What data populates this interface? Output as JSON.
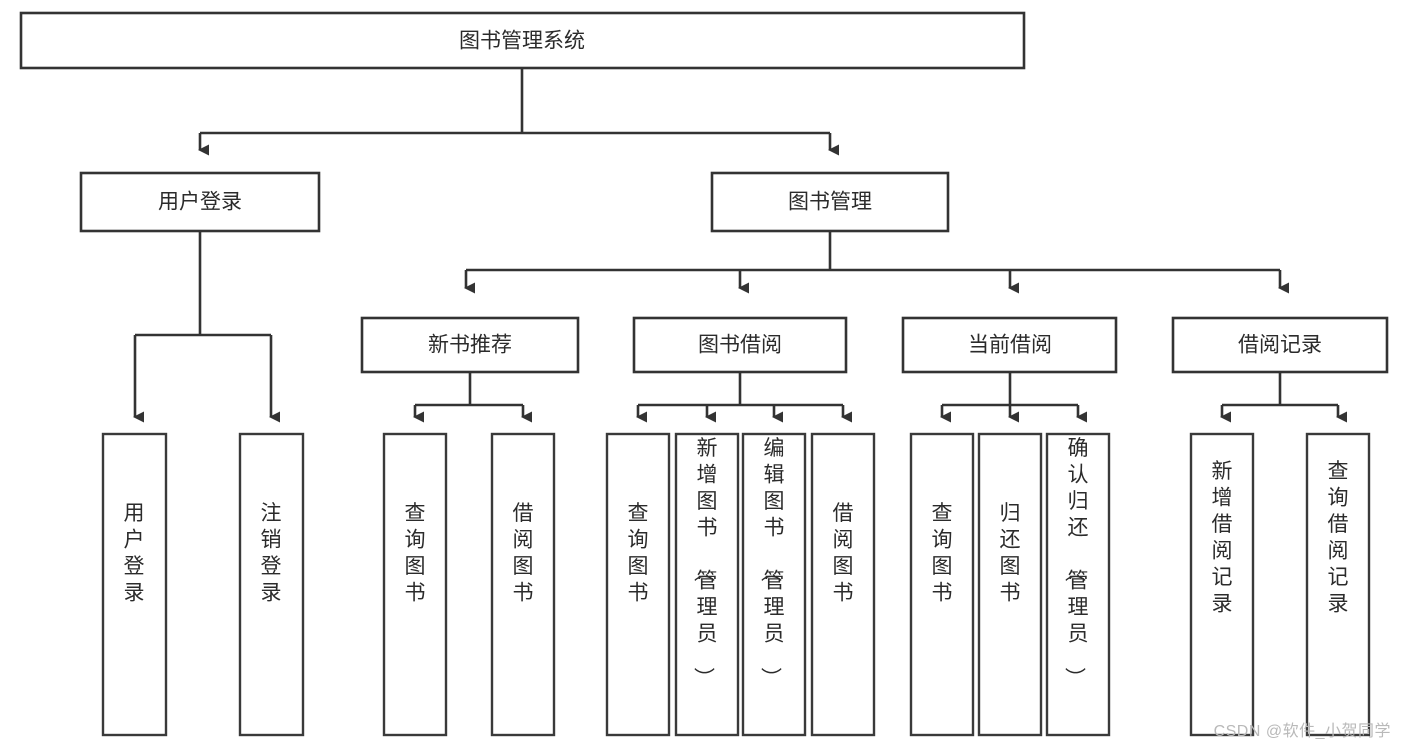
{
  "diagram": {
    "type": "tree-hierarchy",
    "orientation": "top-down",
    "title": "图书管理系统",
    "root": {
      "id": "root",
      "label": "图书管理系统"
    },
    "level2": [
      {
        "id": "user-login",
        "label": "用户登录"
      },
      {
        "id": "book-manage",
        "label": "图书管理"
      }
    ],
    "level3": [
      {
        "id": "new-book-recommend",
        "label": "新书推荐",
        "parent": "book-manage"
      },
      {
        "id": "book-borrow",
        "label": "图书借阅",
        "parent": "book-manage"
      },
      {
        "id": "current-borrow",
        "label": "当前借阅",
        "parent": "book-manage"
      },
      {
        "id": "borrow-record",
        "label": "借阅记录",
        "parent": "book-manage"
      }
    ],
    "leaves": {
      "user-login": [
        {
          "id": "leaf-user-login",
          "label": "用户登录"
        },
        {
          "id": "leaf-logout",
          "label": "注销登录"
        }
      ],
      "new-book-recommend": [
        {
          "id": "leaf-query-book-1",
          "label": "查询图书"
        },
        {
          "id": "leaf-borrow-book-1",
          "label": "借阅图书"
        }
      ],
      "book-borrow": [
        {
          "id": "leaf-query-book-2",
          "label": "查询图书"
        },
        {
          "id": "leaf-add-book",
          "label": "新增图书（管理员）"
        },
        {
          "id": "leaf-edit-book",
          "label": "编辑图书（管理员）"
        },
        {
          "id": "leaf-borrow-book-2",
          "label": "借阅图书"
        }
      ],
      "current-borrow": [
        {
          "id": "leaf-query-book-3",
          "label": "查询图书"
        },
        {
          "id": "leaf-return-book",
          "label": "归还图书"
        },
        {
          "id": "leaf-confirm-return",
          "label": "确认归还（管理员）"
        }
      ],
      "borrow-record": [
        {
          "id": "leaf-add-record",
          "label": "新增借阅记录"
        },
        {
          "id": "leaf-query-record",
          "label": "查询借阅记录"
        }
      ]
    },
    "colors": {
      "background": "#ffffff",
      "box_fill": "#ffffff",
      "box_stroke": "#333333",
      "text": "#2b2b2b",
      "watermark": "#b9b9b9"
    }
  },
  "watermark": {
    "text": "CSDN @软件_小贺同学"
  }
}
